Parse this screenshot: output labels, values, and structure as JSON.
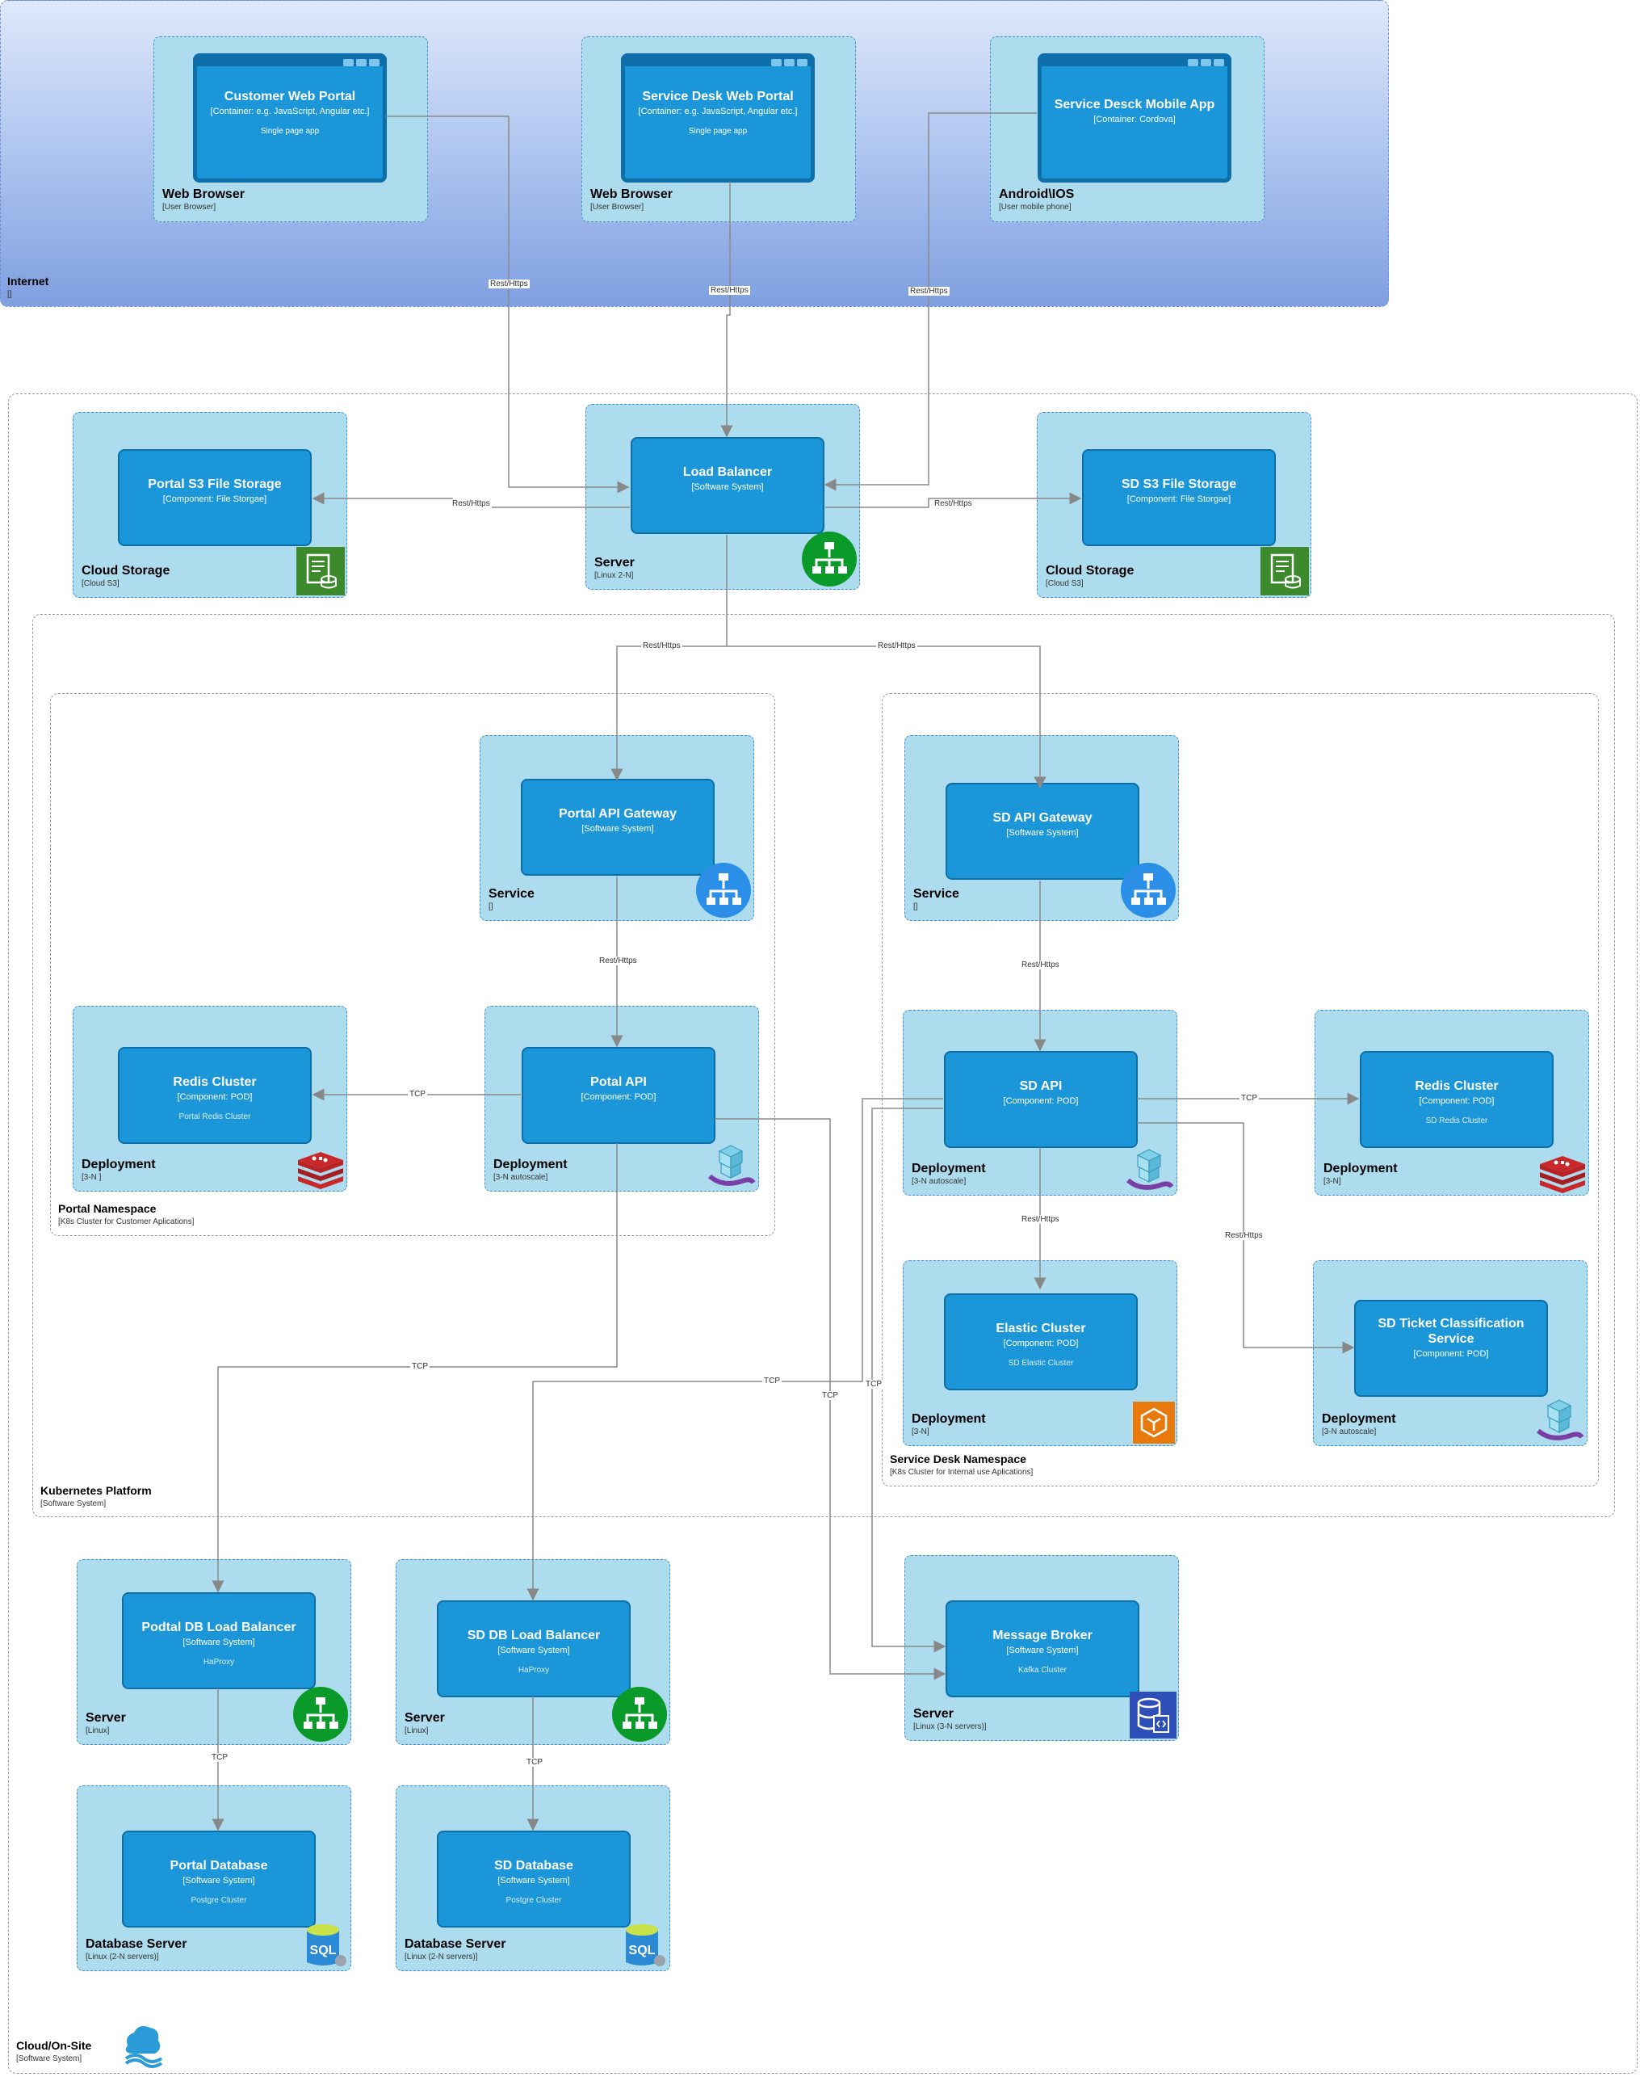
{
  "internet": {
    "title": "Internet",
    "subtitle": "[]"
  },
  "cloud": {
    "title": "Cloud/On-Site",
    "subtitle": "[Software System]"
  },
  "k8s": {
    "title": "Kubernetes Platform",
    "subtitle": "[Software System]"
  },
  "portal_ns": {
    "title": "Portal Namespace",
    "subtitle": "[K8s Cluster for Customer Aplications]"
  },
  "sd_ns": {
    "title": "Service Desk Namespace",
    "subtitle": "[K8s Cluster for Internal use Aplications]"
  },
  "browsers": [
    {
      "node": "Web Browser",
      "node_sub": "[User Browser]",
      "title": "Customer Web Portal",
      "sub": "[Container: e.g. JavaScript, Angular etc.]",
      "desc": "Single page app"
    },
    {
      "node": "Web Browser",
      "node_sub": "[User Browser]",
      "title": "Service Desk Web Portal",
      "sub": "[Container: e.g. JavaScript, Angular etc.]",
      "desc": "Single page app"
    },
    {
      "node": "Android\\IOS",
      "node_sub": "[User mobile phone]",
      "title": "Service Desck Mobile App",
      "sub": "[Container: Cordova]",
      "desc": ""
    }
  ],
  "nodes": {
    "portal_s3": {
      "node": "Cloud Storage",
      "node_sub": "[Cloud S3]",
      "title": "Portal S3 File Storage",
      "sub": "[Component: File Storgae]",
      "desc": "",
      "icon": "s3-storage-icon"
    },
    "lb": {
      "node": "Server",
      "node_sub": "[Linux 2-N]",
      "title": "Load Balancer",
      "sub": "[Software System]",
      "desc": "",
      "icon": "load-balancer-icon"
    },
    "sd_s3": {
      "node": "Cloud Storage",
      "node_sub": "[Cloud S3]",
      "title": "SD S3 File Storage",
      "sub": "[Component: File Storgae]",
      "desc": "",
      "icon": "s3-storage-icon"
    },
    "portal_gw": {
      "node": "Service",
      "node_sub": "[]",
      "title": "Portal API Gateway",
      "sub": "[Software System]",
      "desc": "",
      "icon": "gateway-icon"
    },
    "sd_gw": {
      "node": "Service",
      "node_sub": "[]",
      "title": "SD API Gateway",
      "sub": "[Software System]",
      "desc": "",
      "icon": "gateway-icon"
    },
    "portal_redis": {
      "node": "Deployment",
      "node_sub": "[3-N ]",
      "title": "Redis Cluster",
      "sub": "[Component: POD]",
      "desc": "Portal Redis Cluster",
      "icon": "redis-icon"
    },
    "portal_api": {
      "node": "Deployment",
      "node_sub": "[3-N autoscale]",
      "title": "Potal API",
      "sub": "[Component: POD]",
      "desc": "",
      "icon": "pod-cubes-icon"
    },
    "sd_api": {
      "node": "Deployment",
      "node_sub": "[3-N autoscale]",
      "title": "SD API",
      "sub": "[Component: POD]",
      "desc": "",
      "icon": "pod-cubes-icon"
    },
    "sd_redis": {
      "node": "Deployment",
      "node_sub": "[3-N]",
      "title": "Redis Cluster",
      "sub": "[Component: POD]",
      "desc": "SD Redis Cluster",
      "icon": "redis-icon"
    },
    "elastic": {
      "node": "Deployment",
      "node_sub": "[3-N]",
      "title": "Elastic Cluster",
      "sub": "[Component: POD]",
      "desc": "SD Elastic Cluster",
      "icon": "elastic-icon"
    },
    "ticket": {
      "node": "Deployment",
      "node_sub": "[3-N autoscale]",
      "title": "SD Ticket Classification Service",
      "sub": "[Component: POD]",
      "desc": "",
      "icon": "pod-cubes-icon"
    },
    "portal_dblb": {
      "node": "Server",
      "node_sub": "[Linux]",
      "title": "Podtal DB Load Balancer",
      "sub": "[Software System]",
      "desc": "HaProxy",
      "icon": "load-balancer-icon"
    },
    "sd_dblb": {
      "node": "Server",
      "node_sub": "[Linux]",
      "title": "SD DB Load Balancer",
      "sub": "[Software System]",
      "desc": "HaProxy",
      "icon": "load-balancer-icon"
    },
    "broker": {
      "node": "Server",
      "node_sub": "[Linux (3-N servers)]",
      "title": "Message Broker",
      "sub": "[Software System]",
      "desc": "Kafka Cluster",
      "icon": "message-broker-icon"
    },
    "portal_db": {
      "node": "Database Server",
      "node_sub": "[Linux (2-N servers)]",
      "title": "Portal Database",
      "sub": "[Software System]",
      "desc": "Postgre Cluster",
      "icon": "sql-database-icon"
    },
    "sd_db": {
      "node": "Database Server",
      "node_sub": "[Linux (2-N servers)]",
      "title": "SD Database",
      "sub": "[Software System]",
      "desc": "Postgre Cluster",
      "icon": "sql-database-icon"
    }
  },
  "edges": {
    "rest": "Rest/Https",
    "tcp": "TCP"
  },
  "colors": {
    "node_fill": "#aedcef",
    "component_fill": "#1b96d8",
    "internet_top": "#dfe8fb",
    "internet_bottom": "#7f9fe0",
    "green_icon": "#0a9a2a",
    "aws_green": "#3c8a2c"
  }
}
